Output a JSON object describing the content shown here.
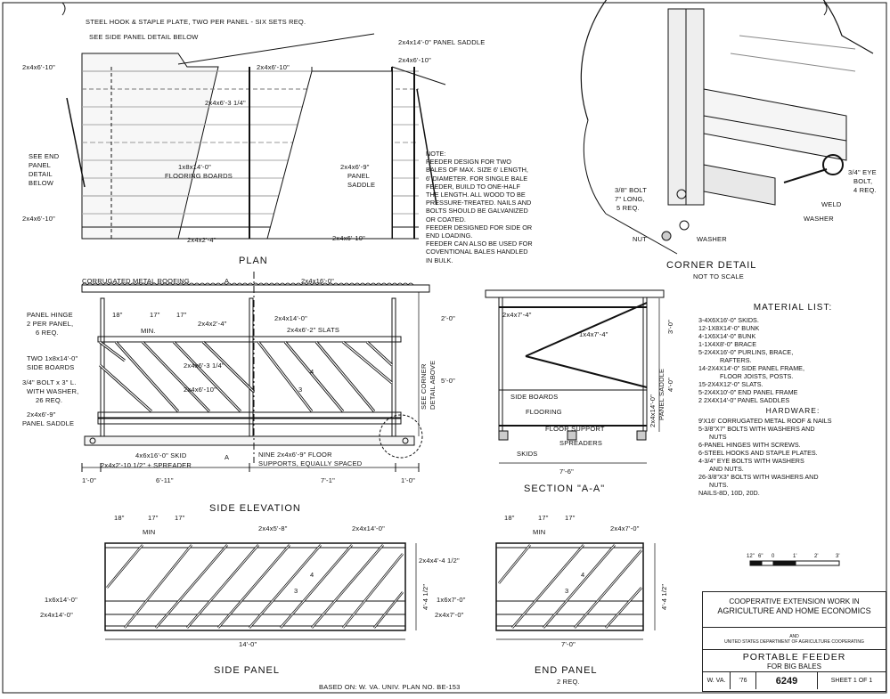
{
  "plan": {
    "header1": "STEEL HOOK & STAPLE PLATE, TWO PER PANEL - SIX SETS REQ.",
    "header2": "SEE SIDE PANEL DETAIL BELOW",
    "labels": [
      "2x4x6'-10\"",
      "2x4x14'-0\" PANEL SADDLE",
      "2x4x6'-10\"",
      "2x4x6'-10\"",
      "2x4x6'-3 1/4\"",
      "SEE END",
      "PANEL",
      "DETAIL",
      "BELOW",
      "1x8x14'-0\"",
      "FLOORING BOARDS",
      "2x4x6'-9\"",
      "PANEL",
      "SADDLE",
      "2x4x6'-10\"",
      "2x4x2'-4\"",
      "2x4x6'-10\""
    ],
    "title": "PLAN"
  },
  "note": {
    "lines": [
      "NOTE:",
      "FEEDER DESIGN FOR TWO BALES OF MAX. SIZE 6' LENGTH, 6' DIAMETER. FOR SINGLE BALE FEEDER, BUILD TO ONE-HALF THE LENGTH. ALL WOOD TO BE PRESSURE-TREATED. NAILS AND BOLTS SHOULD BE GALVANIZED OR COATED.",
      "FEEDER DESIGNED FOR SIDE OR END LOADING.",
      "FEEDER CAN ALSO BE USED FOR COVENTIONAL BALES HANDLED IN BULK."
    ]
  },
  "corner": {
    "labels": [
      "3/4\" EYE",
      "BOLT,",
      "4 REQ.",
      "WELD",
      "WASHER",
      "3/8\" BOLT",
      "7\" LONG,",
      "5 REQ.",
      "NUT",
      "WASHER"
    ],
    "title": "CORNER DETAIL",
    "subtitle": "NOT TO SCALE"
  },
  "side_elevation": {
    "labels": [
      "CORRUGATED METAL ROOFING",
      "A",
      "2x4x16'-0\"",
      "18\"",
      "17\"",
      "17\"",
      "MIN.",
      "2x4x2'-4\"",
      "2x4x14'-0\"",
      "2x4x6'-2\" SLATS",
      "2'-0\"",
      "5'-0\"",
      "PANEL HINGE",
      "2 PER PANEL,",
      "6 REQ.",
      "TWO 1x8x14'-0\"",
      "SIDE BOARDS",
      "3/4\" BOLT x 3\" L.",
      "WITH WASHER,",
      "26 REQ.",
      "2x4x6'-9\"",
      "PANEL SADDLE",
      "2x4x6'-3 1/4\"",
      "2x4x6'-10\"",
      "4",
      "3",
      "SEE CORNER",
      "DETAIL ABOVE",
      "4x6x16'-0\" SKID",
      "2x4x2'-10 1/2\" ± SPREADER",
      "A",
      "NINE 2x4x6'-9\" FLOOR",
      "SUPPORTS, EQUALLY SPACED",
      "1'-0\"",
      "6'-11\"",
      "7'-1\"",
      "1'-0\""
    ],
    "title": "SIDE ELEVATION"
  },
  "section": {
    "labels": [
      "2x4x7'-4\"",
      "1x4x7'-4\"",
      "3'-0\"",
      "SIDE BOARDS",
      "FLOORING",
      "FLOOR SUPPORT",
      "SPREADERS",
      "2x4x14'-0\"",
      "PANEL SADDLE",
      "4'-0\"",
      "SKIDS",
      "7'-6\""
    ],
    "title": "SECTION \"A-A\""
  },
  "material": {
    "heading": "MATERIAL LIST:",
    "items": [
      "3-4x6x16'-0\" SKIDS.",
      "12-1x8x14'-0\" BUNK",
      "4-1x6x14'-0\" BUNK",
      "1-1x4x8'-0\" BRACE",
      "5-2x4x16'-0\" PURLINS, BRACE,",
      "RAFTERS.",
      "14-2x4x14'-0\" SIDE PANEL FRAME,",
      "FLOOR JOISTS, POSTS.",
      "15-2x4x12'-0\" SLATS.",
      "5-2x4x10'-0\" END PANEL FRAME",
      "2 2x4x14'-0\" PANEL SADDLES"
    ],
    "hardware_heading": "HARDWARE:",
    "hardware": [
      "9'x16' CORRUGATED METAL ROOF & NAILS",
      "5-3/8\"x7\" BOLTS WITH WASHERS AND",
      "NUTS",
      "6-PANEL HINGES WITH SCREWS.",
      "6-STEEL HOOKS AND STAPLE PLATES.",
      "4-3/4\" EYE BOLTS WITH WASHERS",
      "AND NUTS.",
      "26-3/8\"x3\" BOLTS WITH WASHERS AND",
      "NUTS.",
      "NAILS-8d, 10d, 20d."
    ]
  },
  "side_panel": {
    "labels": [
      "18\"",
      "17\"",
      "17\"",
      "MIN",
      "2x4x5'-8\"",
      "2x4x14'-0\"",
      "2x4x4'-4 1/2\"",
      "4",
      "3",
      "4'-4 1/2\"",
      "1x6x14'-0\"",
      "2x4x14'-0\"",
      "14'-0\""
    ],
    "title": "SIDE PANEL"
  },
  "end_panel": {
    "labels": [
      "18\"",
      "17\"",
      "17\"",
      "MIN",
      "2x4x7'-0\"",
      "4",
      "3",
      "4'-4 1/2\"",
      "1x6x7'-0\"",
      "2x4x7'-0\"",
      "7'-0\""
    ],
    "title": "END PANEL",
    "subtitle": "2 REQ."
  },
  "scale": {
    "labels": [
      "12\"",
      "6\"",
      "0",
      "1'",
      "2'",
      "3'"
    ]
  },
  "title_block": {
    "org1": "COOPERATIVE EXTENSION WORK IN",
    "org2": "AGRICULTURE AND HOME ECONOMICS",
    "and": "AND",
    "usda": "UNITED STATES DEPARTMENT OF AGRICULTURE COOPERATING",
    "name": "PORTABLE FEEDER",
    "name2": "FOR BIG BALES",
    "state": "W. VA.",
    "year": "'76",
    "number": "6249",
    "sheet": "SHEET 1 OF 1"
  },
  "footer": "BASED ON: W. VA. UNIV. PLAN NO. BE-153"
}
